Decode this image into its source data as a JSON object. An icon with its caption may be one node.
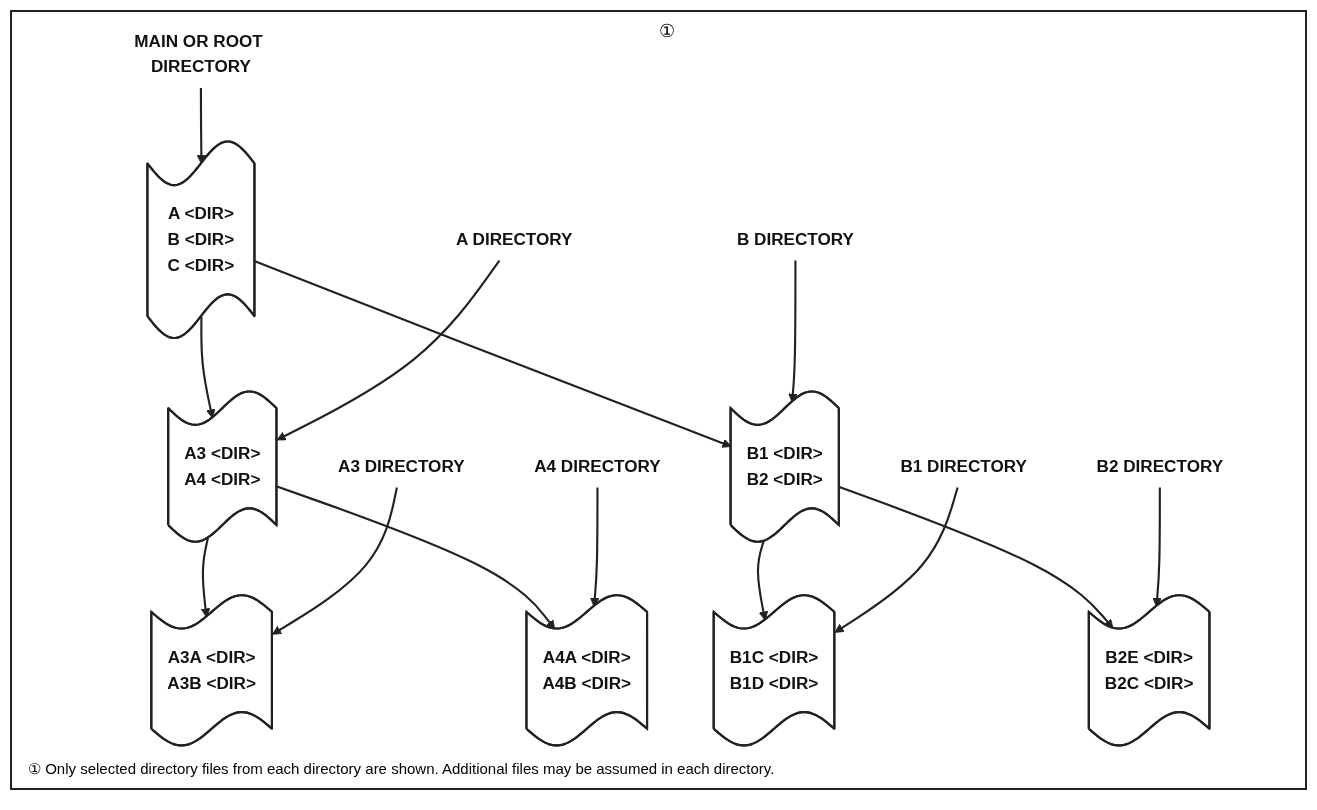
{
  "diagram": {
    "caption": "① Only selected directory files from each directory are shown. Additional files may be assumed in each directory.",
    "nodes": [
      {
        "text": [
          "MAIN OR ROOT DIRECTORY"
        ]
      },
      {
        "text": [
          "A <DIR>",
          "B <DIR>",
          "C <DIR>"
        ]
      },
      {
        "text": [
          "A DIRECTORY"
        ]
      },
      {
        "text": [
          "A3 <DIR>",
          "A4 <DIR>"
        ]
      },
      {
        "text": [
          "B1 <DIR>",
          "B2 <DIR>"
        ]
      },
      {
        "text": [
          "B DIRECTORY"
        ]
      },
      {
        "text": [
          "A3 DIRECTORY"
        ]
      },
      {
        "text": [
          "A3A <DIR>",
          "A3B <DIR>"
        ]
      },
      {
        "text": [
          "A4A <DIR>",
          "A4B <DIR>"
        ]
      },
      {
        "text": [
          "B1C <DIR>",
          "B1D <DIR>"
        ]
      },
      {
        "text": [
          "B2E <DIR>",
          "B2C <DIR>"
        ]
      },
      {
        "text": [
          "B2 DIRECTORY"
        ]
      },
      {
        "text": [
          "A4 DIRECTORY"
        ]
      },
      {
        "text": [
          "B1 DIRECTORY"
        ]
      }
    ],
    "edges": [
      {
        "from": 0,
        "to": 1,
        "arrow": "to"
      },
      {
        "from": 1,
        "to": 3,
        "arrow": "to"
      },
      {
        "from": 1,
        "to": 4,
        "arrow": "to"
      },
      {
        "from": 2,
        "to": 3,
        "arrow": "to"
      },
      {
        "from": 5,
        "to": 4,
        "arrow": "to"
      },
      {
        "from": 3,
        "to": 7,
        "arrow": "to"
      },
      {
        "from": 3,
        "to": 8,
        "arrow": "to"
      },
      {
        "from": 4,
        "to": 9,
        "arrow": "to"
      },
      {
        "from": 4,
        "to": 10,
        "arrow": "to"
      },
      {
        "from": 6,
        "to": 7,
        "arrow": "to"
      },
      {
        "from": 11,
        "to": 10,
        "arrow": "to"
      },
      {
        "from": 12,
        "to": 8,
        "arrow": "to"
      },
      {
        "from": 13,
        "to": 9,
        "arrow": "to"
      }
    ],
    "labels": [
      "①"
    ]
  }
}
